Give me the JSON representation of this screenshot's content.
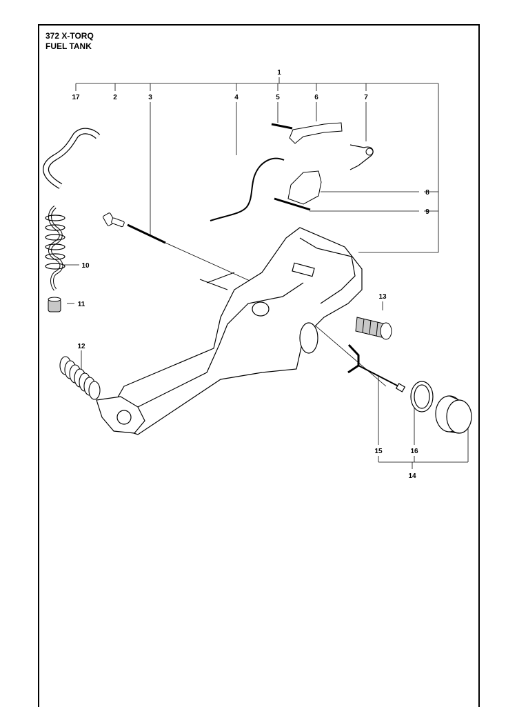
{
  "header": {
    "model": "372 X-TORQ",
    "section": "FUEL TANK"
  },
  "callouts": [
    "1",
    "2",
    "3",
    "4",
    "5",
    "6",
    "7",
    "8",
    "9",
    "10",
    "11",
    "12",
    "13",
    "14",
    "15",
    "16",
    "17"
  ],
  "colors": {
    "line": "#000000",
    "part_fill": "#ffffff",
    "shade": "#c8c8c8"
  }
}
